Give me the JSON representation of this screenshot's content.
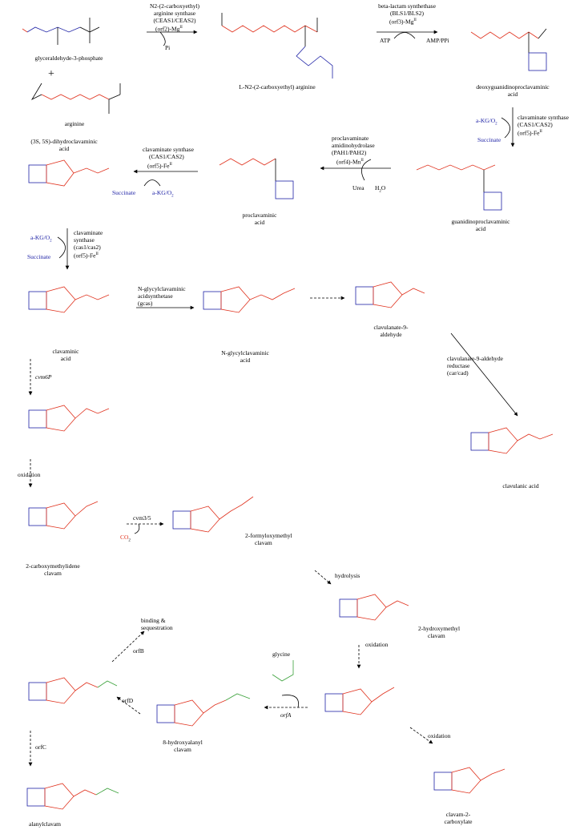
{
  "colors": {
    "blue": "#1e22a6",
    "red": "#e0321e",
    "green": "#3aa13a",
    "ink": "#000000"
  },
  "compounds": {
    "g3p": "glyceraldehyde-3-phosphate",
    "arginine": "arginine",
    "cea": "L-N2-(2-carboxyethyl) arginine",
    "dgpc_1": "deoxyguanidinoproclavaminic",
    "dgpc_2": "acid",
    "dhc_1": "(3S, 5S)-dihydroclavaminic",
    "dhc_2": "acid",
    "proclav_1": "proclavaminic",
    "proclav_2": "acid",
    "gpc_1": "guanidinoproclavaminic",
    "gpc_2": "acid",
    "clavaminic_1": "clavaminic",
    "clavaminic_2": "acid",
    "ngcl_1": "N-glycylclavaminic",
    "ngcl_2": "acid",
    "c9a_1": "clavulanate-9-",
    "c9a_2": "aldehyde",
    "clavulanic": "clavulanic acid",
    "cmc_1": "2-carboxymethylidene",
    "cmc_2": "clavam",
    "fmc_1": "2-formyloxymethyl",
    "fmc_2": "clavam",
    "hmc_1": "2-hydroxymethyl",
    "hmc_2": "clavam",
    "hac_1": "8-hydroxyalanyl",
    "hac_2": "clavam",
    "alanyl": "alanylclavam",
    "c2c_1": "clavam-2-",
    "c2c_2": "carboxylate",
    "glycine": "glycine"
  },
  "enzymes": {
    "ceas_1": "N2-(2-carboxyethyl)",
    "ceas_2": "arginine synthase",
    "ceas_3": "(CEAS1/CEAS2)",
    "orf2": "(orf2)-Mg",
    "bls_1": "beta-lactam synthethase",
    "bls_2": "(BLS1/BLS2)",
    "orf3": "(orf3)-Mg",
    "cas_1": "clavaminate synthase",
    "cas_2": "(CAS1/CAS2)",
    "cas_3": "(orf5)-Fe",
    "pah_1": "proclavaminate",
    "pah_2": "amidinohydrolase",
    "pah_3": "(PAH1/PAH2)",
    "pah_4": "(orf4)-Mn",
    "cas2_1": "clavaminate synthase",
    "cas2_2": "(CAS1/CAS2)",
    "cas2_3": "(orf5)-Fe",
    "cas3_1": "clavaminate",
    "cas3_2": "synthase",
    "cas3_3": "(cas1/cas2)",
    "cas3_4": "(orf5)-Fe",
    "gcas_1": "N-glycylclavaminic",
    "gcas_2": "acidsynthetase",
    "gcas_3": "(gcas)",
    "car_1": "clavulanate-9-aldehyde",
    "car_2": "reductase",
    "car_3": "(car/cad)",
    "cvm6p": "cvm6P",
    "oxidation": "oxidation",
    "cvm35": "cvm3/5",
    "hydrolysis": "hydrolysis",
    "binding_1": "binding &",
    "binding_2": "sequestration",
    "orfB": "orfB",
    "orfA": "orfA",
    "orfD": "orfD",
    "orfC": "orfC",
    "roman2": "II"
  },
  "cofactors": {
    "pi": "Pi",
    "atp": "ATP",
    "amp": "AMP/PPi",
    "akg": "a-KG/O",
    "succinate": "Succinate",
    "urea": "Urea",
    "h2o": "H",
    "co2": "CO"
  }
}
